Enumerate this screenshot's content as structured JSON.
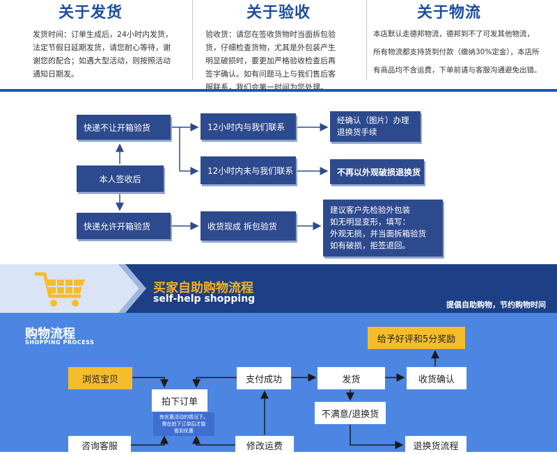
{
  "columns": [
    {
      "title": "关于发货",
      "lines": [
        "发货时间：订单生成后，24小时内发货，",
        "法定节假日延期发货，请您耐心等待，谢",
        "谢您的配合；如遇大型活动，则按照活动",
        "通知日期发。"
      ]
    },
    {
      "title": "关于验收",
      "lines": [
        "验收货：请您在签收货物时当面拆包验",
        "货，仔细检查货物，尤其是外包装产生",
        "明显破损时，要更加严格验收检查后再",
        "签字确认。如有问题马上与我们售后客",
        "服联系，我们会第一时间为您处理。"
      ]
    },
    {
      "title": "关于物流",
      "lines": [
        "本店默认走德邦物流，德邦到不了可发其他物流，",
        "所有物流都支持货到付款（缴纳30%定金），本店所",
        "有商品均不含运费，下单前请与客服沟通避免出错。"
      ]
    }
  ],
  "flow": {
    "no_open": "快递不让开箱验货",
    "signed": "本人签收后",
    "allow_open": "快递允许开箱验货",
    "contact_12h": "12小时内与我们联系",
    "no_contact_12h": "12小时内未与我们联系",
    "result_photo_l1": "经确认（图片）办理",
    "result_photo_l2": "退换货手续",
    "result_no_return": "不再以外观破损退换货",
    "receive_open": "收货现成  拆包验货",
    "advice_l1": "建议客户先检验外包装",
    "advice_l2": "如无明显变形，填写：",
    "advice_l3": "外观无损，并当面拆箱验货",
    "advice_l4": "如有破损，拒签退回。"
  },
  "banner": {
    "title": "买家自助购物流程",
    "subtitle": "self-help shopping",
    "slogan": "提倡自助购物，节约购物时间"
  },
  "shopping": {
    "title": "购物流程",
    "subtitle": "SHOPPING PROCESS",
    "browse": "浏览宝贝",
    "order": "拍下订单",
    "order_note_l1": "有优惠活动的情况下，",
    "order_note_l2": "需在拍下订单后才能",
    "order_note_l3": "看到优惠",
    "pay": "支付成功",
    "ship": "发货",
    "confirm": "收货确认",
    "review": "给予好评和5分奖励",
    "unsatisfied": "不满意/退换货",
    "consult": "咨询客服",
    "modify_fee": "修改运费",
    "return_flow": "退换货流程"
  },
  "colors": {
    "flow_box": "#2e4a8e",
    "banner": "#1d3f86",
    "accent_yellow": "#f6bd2a",
    "process_bg": "#4d86e2"
  },
  "icons": [
    "shopping-cart-icon"
  ]
}
